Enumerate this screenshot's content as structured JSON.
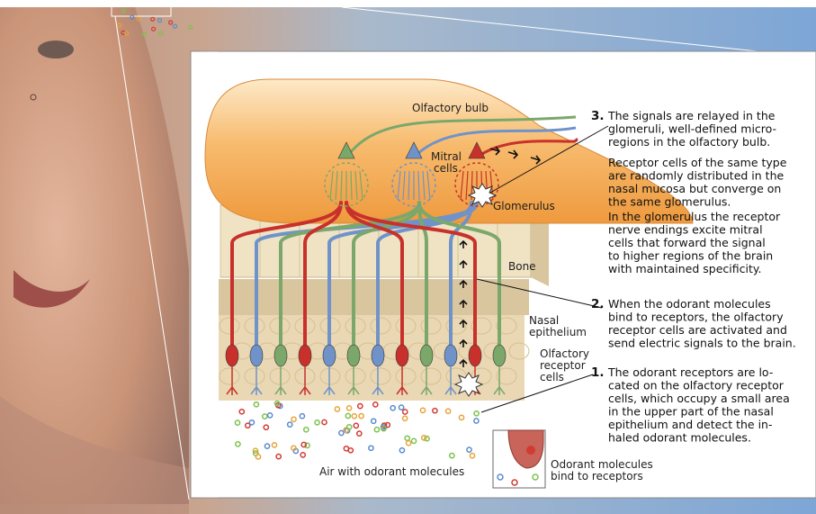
{
  "labels": {
    "olfactory_bulb": "Olfactory bulb",
    "mitral_cells": [
      "Mitral",
      "cells"
    ],
    "glomerulus": "Glomerulus",
    "bone": "Bone",
    "nasal_epithelium": [
      "Nasal",
      "epithelium"
    ],
    "olfactory_receptor_cells": [
      "Olfactory",
      "receptor",
      "cells"
    ],
    "air": "Air with odorant molecules",
    "odorant_bind": [
      "Odorant molecules",
      "bind to receptors"
    ]
  },
  "steps": [
    {
      "number": "3.",
      "lines": [
        "The signals are relayed in the",
        "glomeruli, well-defined micro-",
        "regions in the olfactory bulb."
      ]
    },
    {
      "number": "",
      "lines": [
        "Receptor cells of the same type",
        "are randomly distributed in the",
        "nasal mucosa but converge on",
        "the same glomerulus."
      ]
    },
    {
      "number": "",
      "lines": [
        "In the glomerulus the receptor",
        "nerve endings excite mitral",
        "cells  that forward the signal",
        "to higher regions of the brain",
        "with maintained specificity."
      ]
    },
    {
      "number": "2.",
      "lines": [
        "When the odorant molecules",
        "bind to receptors, the olfactory",
        "receptor cells are activated and",
        "send electric signals to the brain."
      ]
    },
    {
      "number": "1.",
      "lines": [
        "The odorant receptors are lo-",
        "cated on the olfactory receptor",
        "cells, which occupy a small area",
        "in the upper part of the nasal",
        "epithelium and detect the in-",
        "haled odorant molecules."
      ]
    }
  ],
  "colors": {
    "bulb": "#f3a24a",
    "bone": "#efe3c4",
    "epithelium": "#ead8b4",
    "fiber_red": "#c8312b",
    "fiber_green": "#7ba86a",
    "fiber_blue": "#6f93c9",
    "panel": "#ffffff"
  }
}
